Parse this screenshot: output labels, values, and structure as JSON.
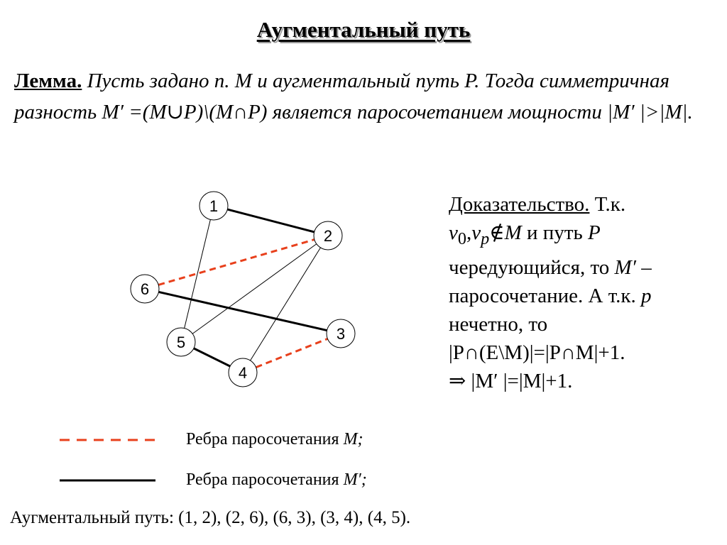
{
  "title": "Аугментальный путь",
  "lemma": {
    "head": "Лемма.",
    "text": "Пусть задано п. M и аугментальный путь P. Тогда симметричная разность M′ =(M∪P)\\(M∩P) является паросочетанием мощности |M′ |>|M|."
  },
  "proof": {
    "head": "Доказательство.",
    "l1": "Т.к.",
    "v0": "v",
    "v0_sub": "0",
    "comma": ",",
    "vp": "v",
    "vp_sub": "p",
    "notin": "∉M",
    "l2": " и путь ",
    "P": "P",
    "line3": "чередующийся, то ",
    "Mp": "M′",
    "dash": " –",
    "line4": "паросочетание. А т.к. ",
    "p": "p",
    "line5": "нечетно, то",
    "line6": "|P∩(E\\M)|=|P∩M|+1.",
    "line7": "⇒ |M′ |=|M|+1."
  },
  "graph": {
    "nodes": [
      {
        "id": "1",
        "label": "1"
      },
      {
        "id": "2",
        "label": "2"
      },
      {
        "id": "3",
        "label": "3"
      },
      {
        "id": "4",
        "label": "4"
      },
      {
        "id": "5",
        "label": "5"
      },
      {
        "id": "6",
        "label": "6"
      }
    ],
    "edges": [
      {
        "from": "1",
        "to": "2",
        "type": "thick"
      },
      {
        "from": "6",
        "to": "3",
        "type": "thick"
      },
      {
        "from": "5",
        "to": "4",
        "type": "thick"
      },
      {
        "from": "6",
        "to": "2",
        "type": "dashed"
      },
      {
        "from": "4",
        "to": "3",
        "type": "dashed"
      },
      {
        "from": "1",
        "to": "5",
        "type": "thin"
      },
      {
        "from": "2",
        "to": "5",
        "type": "thin"
      },
      {
        "from": "2",
        "to": "4",
        "type": "thin"
      }
    ],
    "colors": {
      "dashed": "#e8401c",
      "thick": "#000000",
      "thin": "#000000"
    }
  },
  "legend": {
    "dashed_text": "Ребра паросочетания ",
    "dashed_var": "M;",
    "solid_text": "Ребра паросочетания ",
    "solid_var": "M′;"
  },
  "bottom": "Аугментальный путь: (1, 2), (2, 6), (6, 3), (3, 4), (4, 5)."
}
